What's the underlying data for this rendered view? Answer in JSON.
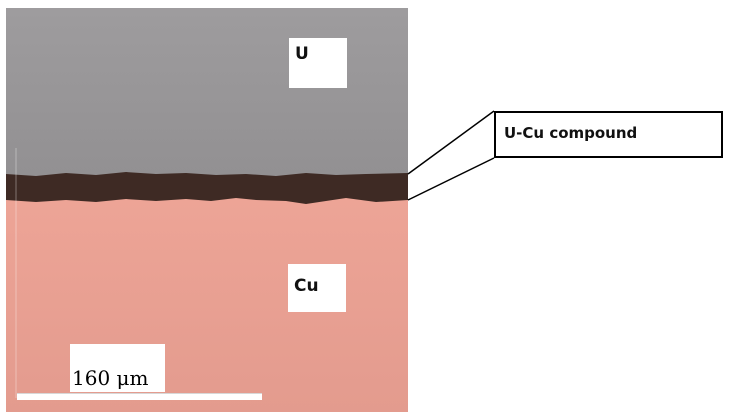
{
  "micrograph": {
    "layers": [
      {
        "name": "U",
        "color": "#9c9a9c"
      },
      {
        "name": "U-Cu compound",
        "color": "#3e2a24"
      },
      {
        "name": "Cu",
        "color": "#e9a295"
      }
    ]
  },
  "labels": {
    "u": "U",
    "cu": "Cu",
    "compound": "U-Cu compound"
  },
  "scale_bar": {
    "label": "160 μm"
  }
}
